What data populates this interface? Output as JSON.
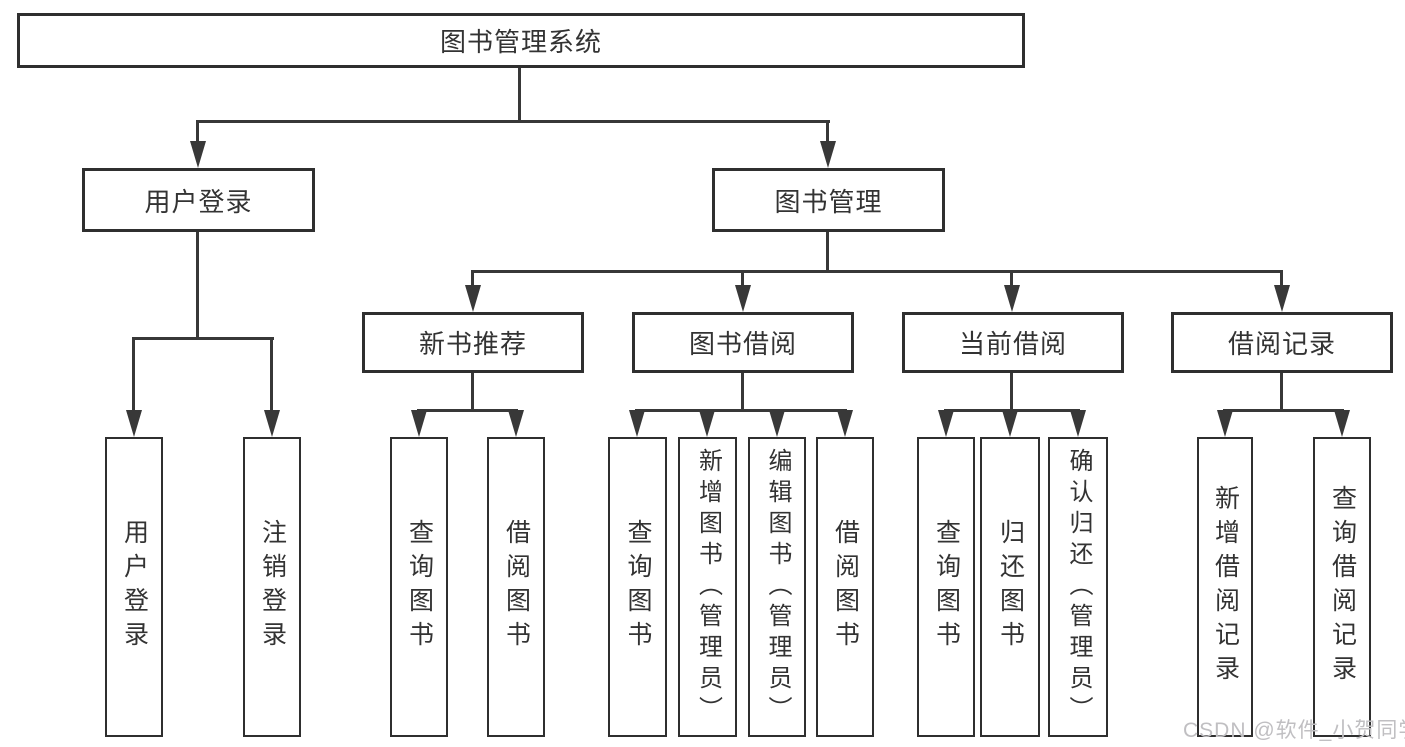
{
  "watermark": "CSDN @软件_小贺同学",
  "tree": {
    "root": "图书管理系统",
    "user_login": {
      "label": "用户登录",
      "children": [
        "用户登录",
        "注销登录"
      ]
    },
    "book_mgmt": {
      "label": "图书管理",
      "sections": {
        "new_book": {
          "label": "新书推荐",
          "children": [
            "查询图书",
            "借阅图书"
          ]
        },
        "borrow": {
          "label": "图书借阅",
          "children": [
            "查询图书",
            "新增图书（管理员）",
            "编辑图书（管理员）",
            "借阅图书"
          ]
        },
        "current": {
          "label": "当前借阅",
          "children": [
            "查询图书",
            "归还图书",
            "确认归还（管理员）"
          ]
        },
        "records": {
          "label": "借阅记录",
          "children": [
            "新增借阅记录",
            "查询借阅记录"
          ]
        }
      }
    }
  }
}
